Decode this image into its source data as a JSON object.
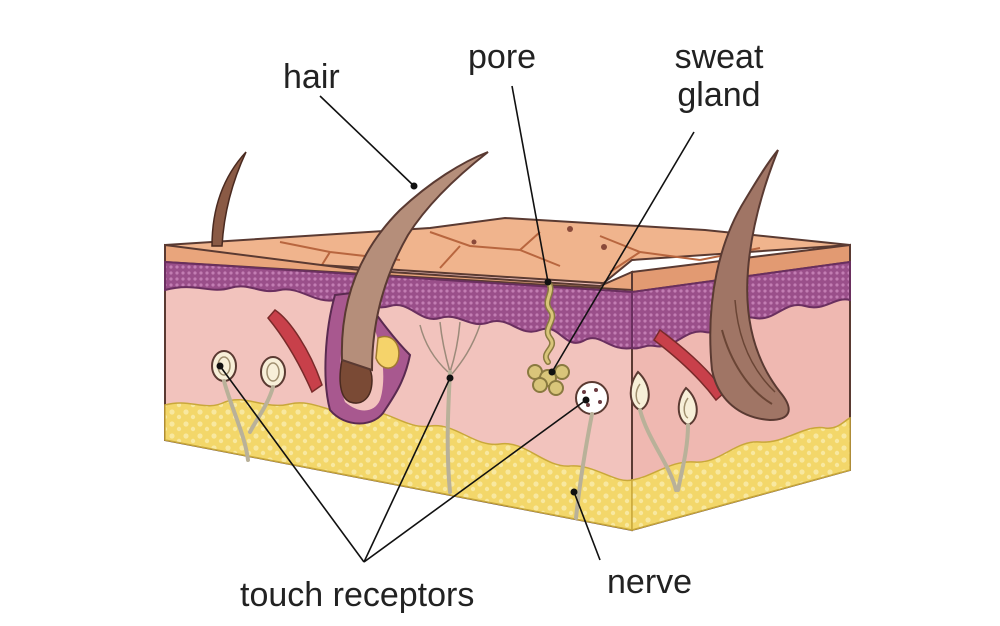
{
  "labels": {
    "hair": "hair",
    "pore": "pore",
    "sweat_gland_line1": "sweat",
    "sweat_gland_line2": "gland",
    "touch_receptors": "touch receptors",
    "nerve": "nerve"
  },
  "colors": {
    "epidermis": "#e9a57c",
    "epidermis_top": "#f0b48d",
    "epidermis_line": "#b8663f",
    "purple_layer": "#9a4f8a",
    "dermis": "#f2c3bd",
    "dermis_side": "#efb8b1",
    "fat": "#f3d76a",
    "fat_light": "#f8e8a0",
    "hair": "#8a5a45",
    "muscle": "#c8404a",
    "nerve": "#b9b199",
    "outline": "#5a3a32"
  }
}
